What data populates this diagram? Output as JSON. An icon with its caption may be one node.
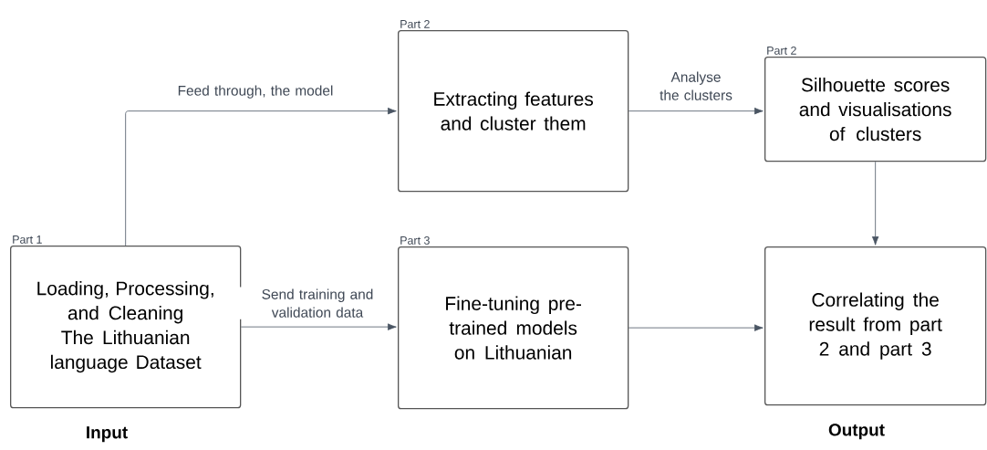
{
  "diagram": {
    "nodes": [
      {
        "text": [
          "Part 1",
          "Loading, Processing, and Cleaning The Lithuanian language Dataset"
        ],
        "beside": [
          "Input"
        ]
      },
      {
        "text": [
          "Part 2",
          "Extracting features and cluster them"
        ]
      },
      {
        "text": [
          "Part 2",
          "Silhouette scores and visualisations of clusters"
        ]
      },
      {
        "text": [
          "Part 3",
          "Fine-tuning pre-trained models on Lithuanian"
        ]
      },
      {
        "text": [
          "Correlating the result from part 2 and part 3"
        ],
        "beside": [
          "Output"
        ]
      }
    ],
    "edges": [
      {
        "from": 0,
        "to": 1,
        "arrow": "to",
        "label": "Feed through, the model"
      },
      {
        "from": 1,
        "to": 2,
        "arrow": "to",
        "label": "Analyse the clusters"
      },
      {
        "from": 0,
        "to": 3,
        "arrow": "to",
        "label": "Send training and validation data"
      },
      {
        "from": 2,
        "to": 4,
        "arrow": "to"
      },
      {
        "from": 3,
        "to": 4,
        "arrow": "to"
      }
    ]
  }
}
